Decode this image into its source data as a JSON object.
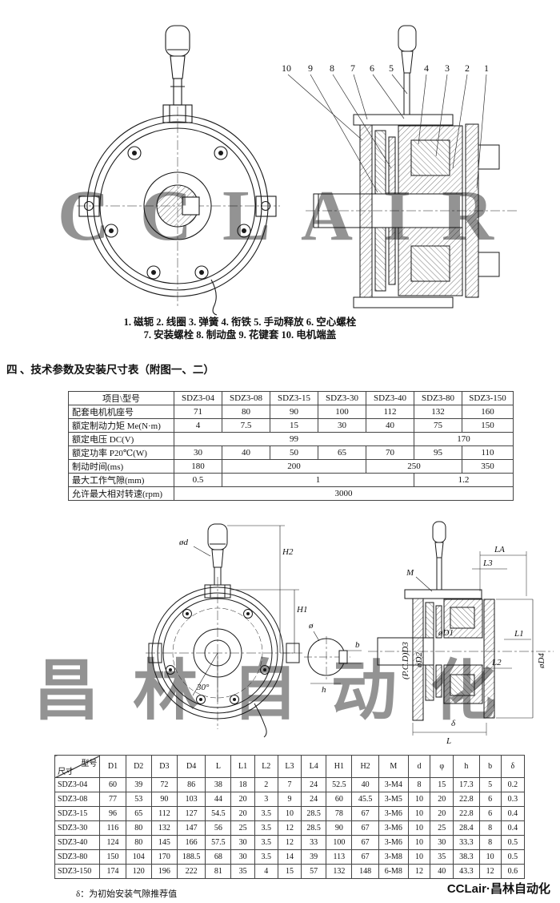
{
  "doc": {
    "watermark_top": "CCLAIR",
    "watermark_mid": "昌林自动化",
    "watermark_color": "#7ba3dd",
    "caption_line1": "1. 磁轭  2. 线圈  3. 弹簧  4. 衔铁  5. 手动释放  6. 空心螺栓",
    "caption_line2": "7. 安装螺栓  8. 制动盘  9. 花键套  10. 电机端盖",
    "heading": "四 、技术参数及安装尺寸表（附图一、二）",
    "footnote": "δ：为初始安装气隙推荐值",
    "brand": "CCLair·昌林自动化"
  },
  "figure1": {
    "part_numbers": [
      "10",
      "9",
      "8",
      "7",
      "6",
      "5",
      "4",
      "3",
      "2",
      "1"
    ]
  },
  "figure2": {
    "labels": {
      "od": "ød",
      "h2": "H2",
      "h1": "H1",
      "angle": "30°",
      "phi": "ø",
      "b": "b",
      "h": "h",
      "la": "LA",
      "l3": "L3",
      "m": "M",
      "l1": "L1",
      "l2": "L2",
      "pcd": "(P.C.D)D3",
      "od2": "øD2",
      "od1": "øD1",
      "od4": "øD4",
      "l": "L",
      "delta": "δ"
    }
  },
  "params_table": {
    "rows": [
      [
        {
          "t": "项目\\型号",
          "h": 1
        },
        {
          "t": "SDZ3-04",
          "h": 1
        },
        {
          "t": "SDZ3-08",
          "h": 1
        },
        {
          "t": "SDZ3-15",
          "h": 1
        },
        {
          "t": "SDZ3-30",
          "h": 1
        },
        {
          "t": "SDZ3-40",
          "h": 1
        },
        {
          "t": "SDZ3-80",
          "h": 1
        },
        {
          "t": "SDZ3-150",
          "h": 1
        }
      ],
      [
        {
          "t": "配套电机机座号",
          "cls": "lbl"
        },
        "71",
        "80",
        "90",
        "100",
        "112",
        "132",
        "160"
      ],
      [
        {
          "t": "额定制动力矩 Me(N·m)",
          "cls": "lbl"
        },
        "4",
        "7.5",
        "15",
        "30",
        "40",
        "75",
        "150"
      ],
      [
        {
          "t": "额定电压 DC(V)",
          "cls": "lbl"
        },
        {
          "t": "99",
          "cs": 5
        },
        {
          "t": "170",
          "cs": 2
        }
      ],
      [
        {
          "t": "额定功率 P20℃(W)",
          "cls": "lbl"
        },
        "30",
        "40",
        "50",
        "65",
        "70",
        "95",
        "110"
      ],
      [
        {
          "t": "制动时间(ms)",
          "cls": "lbl"
        },
        "180",
        {
          "t": "200",
          "cs": 3
        },
        {
          "t": "250",
          "cs": 2
        },
        "350"
      ],
      [
        {
          "t": "最大工作气隙(mm)",
          "cls": "lbl"
        },
        "0.5",
        {
          "t": "1",
          "cs": 4
        },
        {
          "t": "1.2",
          "cs": 2
        }
      ],
      [
        {
          "t": "允许最大相对转速(rpm)",
          "cls": "lbl"
        },
        {
          "t": "3000",
          "cs": 7
        }
      ]
    ]
  },
  "dims_table": {
    "rows": [
      [
        {
          "diag": 1,
          "t1": "型号",
          "t2": "尺寸",
          "h": 1
        },
        {
          "t": "D1",
          "h": 1
        },
        {
          "t": "D2",
          "h": 1
        },
        {
          "t": "D3",
          "h": 1
        },
        {
          "t": "D4",
          "h": 1
        },
        {
          "t": "L",
          "h": 1
        },
        {
          "t": "L1",
          "h": 1
        },
        {
          "t": "L2",
          "h": 1
        },
        {
          "t": "L3",
          "h": 1
        },
        {
          "t": "L4",
          "h": 1
        },
        {
          "t": "H1",
          "h": 1
        },
        {
          "t": "H2",
          "h": 1
        },
        {
          "t": "M",
          "h": 1
        },
        {
          "t": "d",
          "h": 1
        },
        {
          "t": "φ",
          "h": 1
        },
        {
          "t": "h",
          "h": 1
        },
        {
          "t": "b",
          "h": 1
        },
        {
          "t": "δ",
          "h": 1
        }
      ],
      [
        {
          "t": "SDZ3-04",
          "cls": "lbl"
        },
        "60",
        "39",
        "72",
        "86",
        "38",
        "18",
        "2",
        "7",
        "24",
        "52.5",
        "40",
        "3-M4",
        "8",
        "15",
        "17.3",
        "5",
        "0.2"
      ],
      [
        {
          "t": "SDZ3-08",
          "cls": "lbl"
        },
        "77",
        "53",
        "90",
        "103",
        "44",
        "20",
        "3",
        "9",
        "24",
        "60",
        "45.5",
        "3-M5",
        "10",
        "20",
        "22.8",
        "6",
        "0.3"
      ],
      [
        {
          "t": "SDZ3-15",
          "cls": "lbl"
        },
        "96",
        "65",
        "112",
        "127",
        "54.5",
        "20",
        "3.5",
        "10",
        "28.5",
        "78",
        "67",
        "3-M6",
        "10",
        "20",
        "22.8",
        "6",
        "0.4"
      ],
      [
        {
          "t": "SDZ3-30",
          "cls": "lbl"
        },
        "116",
        "80",
        "132",
        "147",
        "56",
        "25",
        "3.5",
        "12",
        "28.5",
        "90",
        "67",
        "3-M6",
        "10",
        "25",
        "28.4",
        "8",
        "0.4"
      ],
      [
        {
          "t": "SDZ3-40",
          "cls": "lbl"
        },
        "124",
        "80",
        "145",
        "166",
        "57.5",
        "30",
        "3.5",
        "12",
        "33",
        "100",
        "67",
        "3-M6",
        "10",
        "30",
        "33.3",
        "8",
        "0.5"
      ],
      [
        {
          "t": "SDZ3-80",
          "cls": "lbl"
        },
        "150",
        "104",
        "170",
        "188.5",
        "68",
        "30",
        "3.5",
        "14",
        "39",
        "113",
        "67",
        "3-M8",
        "10",
        "35",
        "38.3",
        "10",
        "0.5"
      ],
      [
        {
          "t": "SDZ3-150",
          "cls": "lbl"
        },
        "174",
        "120",
        "196",
        "222",
        "81",
        "35",
        "4",
        "15",
        "57",
        "132",
        "148",
        "6-M8",
        "12",
        "40",
        "43.3",
        "12",
        "0.6"
      ]
    ]
  }
}
